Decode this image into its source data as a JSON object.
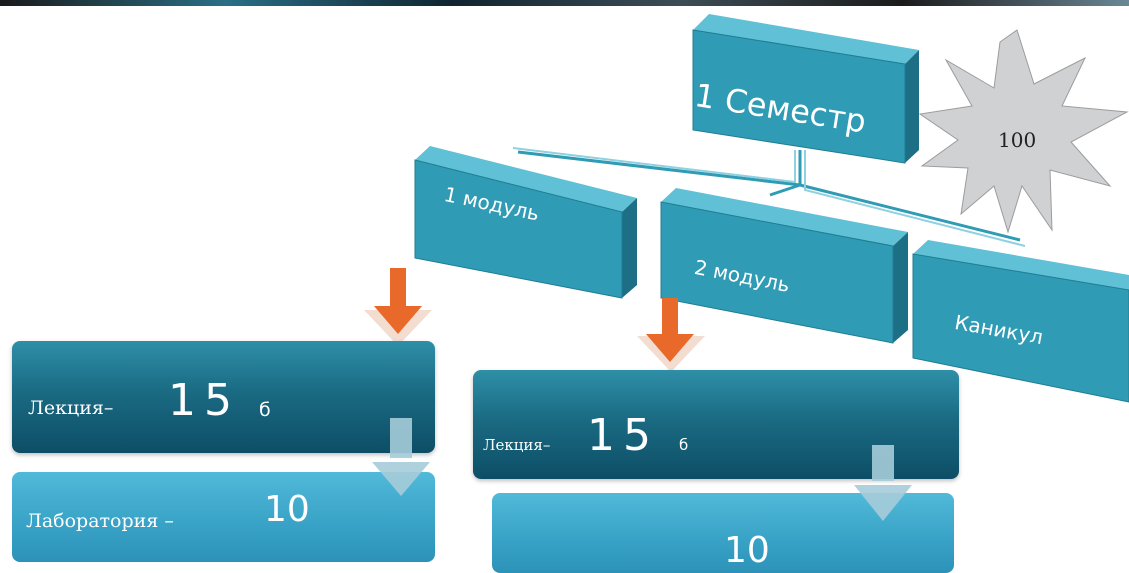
{
  "hierarchy": {
    "semester": "1 Семестр",
    "badge": "100",
    "modules": [
      "1 модуль",
      "2 модуль",
      "Каникул"
    ]
  },
  "left_blocks": {
    "lecture_prefix": "Лекция–",
    "lecture_number": "15",
    "lecture_unit": "б",
    "lab_prefix": "Лаборатория –",
    "lab_number": "10"
  },
  "right_blocks": {
    "lecture_prefix": "Лекция–",
    "lecture_number": "15",
    "lecture_unit": "б",
    "lab_number": "10"
  },
  "colors": {
    "box_face": "#2f9bb4",
    "box_top": "#5fc0d6",
    "box_side": "#1c6f84",
    "arrow_orange": "#e8692a",
    "arrow_pale": "#9ecad9",
    "starburst": "#cfd1d3"
  }
}
